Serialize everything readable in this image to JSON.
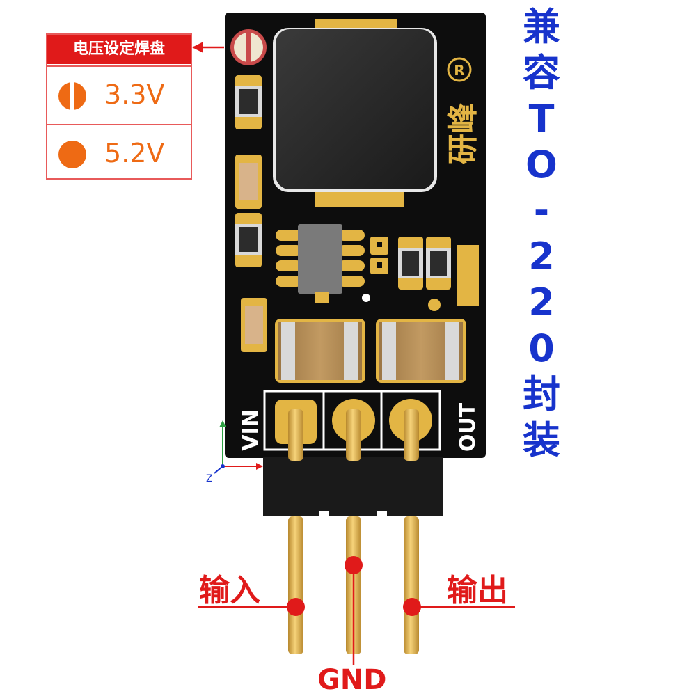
{
  "legend": {
    "title": "电压设定焊盘",
    "options": [
      {
        "value": "3.3V",
        "icon": "half-circle-icon"
      },
      {
        "value": "5.2V",
        "icon": "full-circle-icon"
      }
    ]
  },
  "side_title": [
    "兼",
    "容",
    "T",
    "O",
    "-",
    "2",
    "2",
    "0",
    "封",
    "装"
  ],
  "board": {
    "brand": "研峰",
    "registered_mark": "R",
    "vin_label": "VIN",
    "out_label": "OUT",
    "axis_z": "Z"
  },
  "pins": {
    "input_label": "输入",
    "output_label": "输出",
    "gnd_label": "GND"
  },
  "colors": {
    "pcb": "#0d0d0d",
    "gold": "#e3b544",
    "capacitor": "#b08a52",
    "red_label": "#e01a1a",
    "orange": "#ee6a14",
    "blue_title": "#1733cc"
  }
}
